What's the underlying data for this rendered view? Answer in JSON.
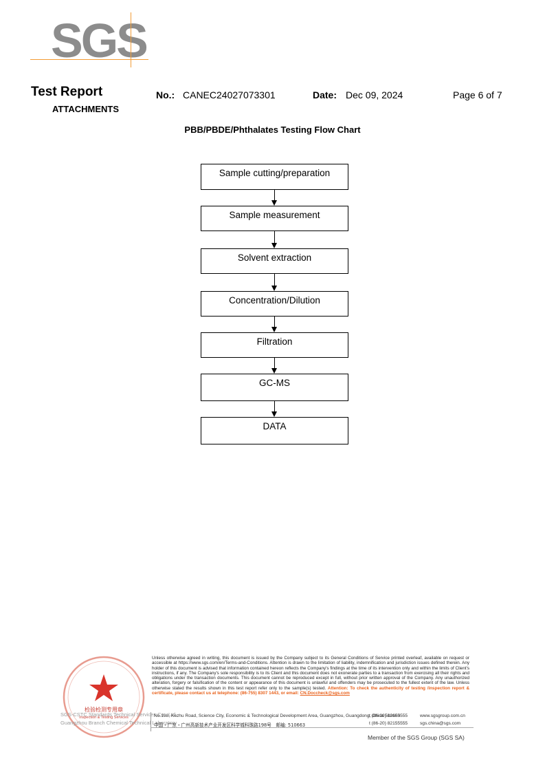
{
  "logo": {
    "text": "SGS",
    "accent_color": "#f39c34",
    "text_color": "#8c8c8c"
  },
  "header": {
    "title": "Test Report",
    "subtitle": "ATTACHMENTS",
    "no_label": "No.:",
    "no_value": "CANEC24027073301",
    "date_label": "Date:",
    "date_value": "Dec 09, 2024",
    "page": "Page 6 of 7"
  },
  "flowchart": {
    "title": "PBB/PBDE/Phthalates Testing Flow Chart",
    "steps": [
      "Sample cutting/preparation",
      "Sample measurement",
      "Solvent extraction",
      "Concentration/Dilution",
      "Filtration",
      "GC-MS",
      "DATA"
    ]
  },
  "footer": {
    "seal_line_1": "SGS-CSTC Standards Technical Services Co., Ltd.",
    "seal_line_2": "Guangzhou Branch Chemical Technical Laboratory",
    "seal_text": "检验检测专用章",
    "seal_en": "Inspection & Testing Services",
    "legal_text": "Unless otherwise agreed in writing, this document is issued by the Company subject to its General Conditions of Service printed overleaf, available on request or accessible at https://www.sgs.com/en/Terms-and-Conditions. Attention is drawn to the limitation of liability, indemnification and jurisdiction issues defined therein. Any holder of this document is advised that information contained hereon reflects the Company's findings at the time of its intervention only and within the limits of Client's instructions, if any. The Company's sole responsibility is to its Client and this document does not exonerate parties to a transaction from exercising all their rights and obligations under the transaction documents. This document cannot be reproduced except in full, without prior written approval of the Company. Any unauthorized alteration, forgery or falsification of the content or appearance of this document is unlawful and offenders may be prosecuted to the fullest extent of the law. Unless otherwise stated the results shown in this test report refer only to the sample(s) tested.",
    "attention_text": "Attention: To check the authenticity of testing /inspection report & certificate, please contact us at telephone: (86-755) 8307 1443, or email:",
    "email": "CN.Doccheck@sgs.com",
    "address_en": "No.198, Kezhu Road, Science City, Economic & Technological Development Area, Guangzhou, Guangdong, China 510663",
    "address_cn": "中国・广东・广州高新技术产业开发区科学城科珠路198号　邮编: 510663",
    "tel_1": "t (86-20) 82155555",
    "tel_2": "t (86-20) 82155555",
    "web": "www.sgsgroup.com.cn",
    "email_2": "sgs.china@sgs.com",
    "member": "Member of the SGS Group (SGS SA)"
  }
}
